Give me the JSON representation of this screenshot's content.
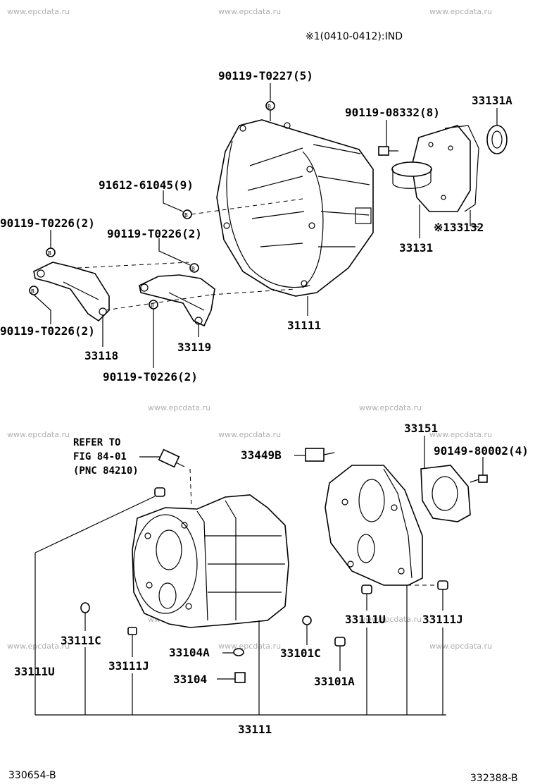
{
  "watermark": "www.epcdata.ru",
  "note": "※1(0410-0412):IND",
  "labels": {
    "l_90119_T0227": "90119-T0227(5)",
    "l_90119_08332": "90119-08332(8)",
    "l_33131A": "33131A",
    "l_91612": "91612-61045(9)",
    "l_90119_T0226_a": "90119-T0226(2)",
    "l_90119_T0226_b": "90119-T0226(2)",
    "l_133132": "※133132",
    "l_33131": "33131",
    "l_90119_T0226_c": "90119-T0226(2)",
    "l_31111": "31111",
    "l_33118": "33118",
    "l_33119": "33119",
    "l_90119_T0226_d": "90119-T0226(2)",
    "l_33151": "33151",
    "l_refer1": "REFER TO",
    "l_refer2": "FIG 84-01",
    "l_refer3": "(PNC 84210)",
    "l_33449B": "33449B",
    "l_90149": "90149-80002(4)",
    "l_33111U_r": "33111U",
    "l_33111J_r": "33111J",
    "l_33111C": "33111C",
    "l_33104A": "33104A",
    "l_33101C": "33101C",
    "l_33111U_l": "33111U",
    "l_33111J_l": "33111J",
    "l_33104": "33104",
    "l_33101A": "33101A",
    "l_33111": "33111"
  },
  "bolt_mark": "B",
  "footer": {
    "left": "330654-B",
    "right": "332388-B"
  }
}
